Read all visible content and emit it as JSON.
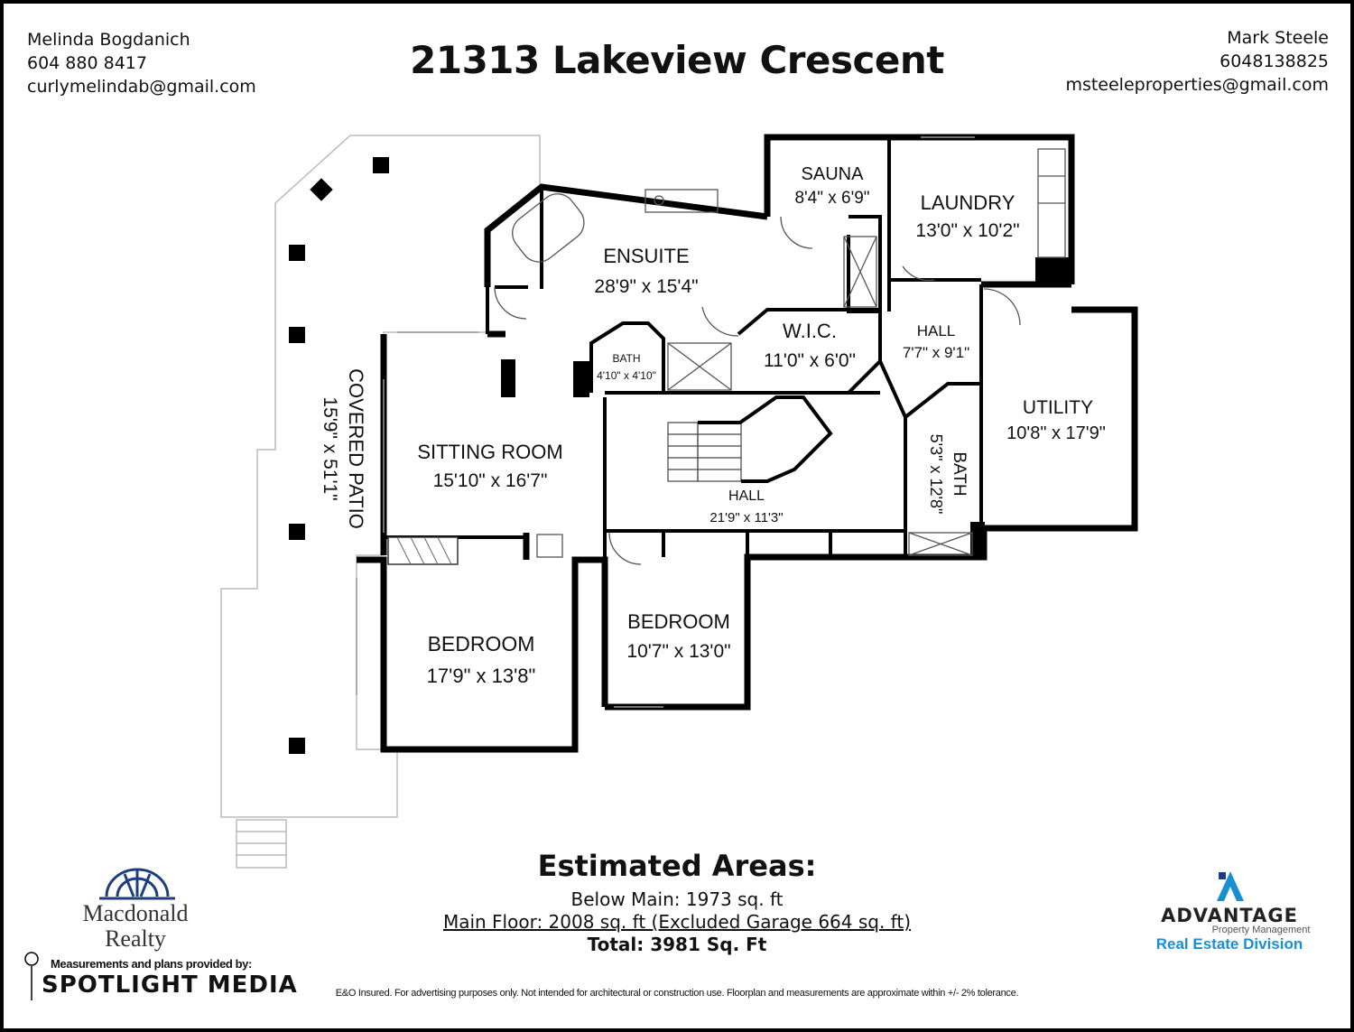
{
  "header": {
    "title": "21313 Lakeview Crescent",
    "agent_left": {
      "name": "Melinda Bogdanich",
      "phone": "604 880 8417",
      "email": "curlymelindab@gmail.com"
    },
    "agent_right": {
      "name": "Mark Steele",
      "phone": "6048138825",
      "email": "msteeleproperties@gmail.com"
    }
  },
  "rooms": {
    "sauna": {
      "name": "SAUNA",
      "size": "8'4\" x 6'9\""
    },
    "laundry": {
      "name": "LAUNDRY",
      "size": "13'0\" x 10'2\""
    },
    "ensuite": {
      "name": "ENSUITE",
      "size": "28'9\" x 15'4\""
    },
    "wic": {
      "name": "W.I.C.",
      "size": "11'0\" x 6'0\""
    },
    "hall_upper": {
      "name": "HALL",
      "size": "7'7\" x 9'1\""
    },
    "bath_small": {
      "name": "BATH",
      "size": "4'10\" x 4'10\""
    },
    "utility": {
      "name": "UTILITY",
      "size": "10'8\" x 17'9\""
    },
    "sitting_room": {
      "name": "SITTING ROOM",
      "size": "15'10\" x 16'7\""
    },
    "bath_side": {
      "name": "BATH",
      "size": "5'3\" x 12'8\""
    },
    "hall_main": {
      "name": "HALL",
      "size": "21'9\" x 11'3\""
    },
    "covered_patio": {
      "name": "COVERED PATIO",
      "size": "15'9\" x 51'1\""
    },
    "bedroom_1": {
      "name": "BEDROOM",
      "size": "17'9\" x 13'8\""
    },
    "bedroom_2": {
      "name": "BEDROOM",
      "size": "10'7\" x 13'0\""
    }
  },
  "areas": {
    "title": "Estimated Areas:",
    "below_main": "Below Main: 1973 sq. ft",
    "main_floor": "Main Floor: 2008 sq. ft (Excluded Garage 664 sq. ft)",
    "total": "Total: 3981 Sq. Ft"
  },
  "footer": {
    "disclaimer": "E&O Insured. For advertising purposes only. Not intended for architectural or construction use. Floorplan and measurements are approximate within +/- 2% tolerance.",
    "brokerage_line1": "Macdonald",
    "brokerage_line2": "Realty",
    "measurements_caption": "Measurements and plans provided by:",
    "measurements_company": "SPOTLIGHT MEDIA",
    "advantage_name": "ADVANTAGE",
    "advantage_sub": "Property Management",
    "advantage_division": "Real Estate Division"
  },
  "colors": {
    "wall": "#000000",
    "patio_outline": "#bbbbbb",
    "advantage_blue": "#1a8fd0",
    "macdonald_navy": "#1c3e7a"
  }
}
